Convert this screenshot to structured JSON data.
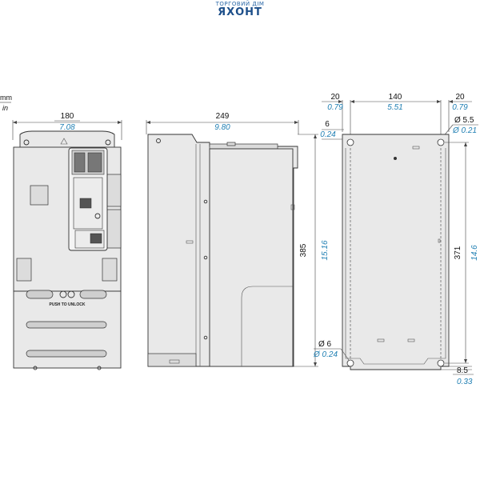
{
  "logo": {
    "top_line": "ТОРГОВИЙ ДІМ",
    "brand": "ЯХОНТ",
    "accent_color": "#1d4f8a"
  },
  "units": {
    "primary": "mm",
    "secondary": "in"
  },
  "front_view": {
    "width_mm": "180",
    "width_in": "7.08",
    "unlock_label": "PUSH TO UNLOCK"
  },
  "side_view": {
    "depth_mm": "249",
    "depth_in": "9.80",
    "height_mm": "385",
    "height_in": "15.16"
  },
  "rear_view": {
    "left_offset_mm": "20",
    "left_offset_in": "0.79",
    "hole_spacing_mm": "140",
    "hole_spacing_in": "5.51",
    "right_offset_mm": "20",
    "right_offset_in": "0.79",
    "top_offset_mm": "6",
    "top_offset_in": "0.24",
    "top_hole_dia_mm": "Ø 5.5",
    "top_hole_dia_in": "Ø 0.21",
    "hole_pitch_mm": "371",
    "hole_pitch_in": "14.6",
    "bottom_hole_dia_mm": "Ø 6",
    "bottom_hole_dia_in": "Ø 0.24",
    "bottom_offset_mm": "8.5",
    "bottom_offset_in": "0.33"
  },
  "colors": {
    "mm_text": "#111111",
    "in_text": "#1f7fb3"
  }
}
